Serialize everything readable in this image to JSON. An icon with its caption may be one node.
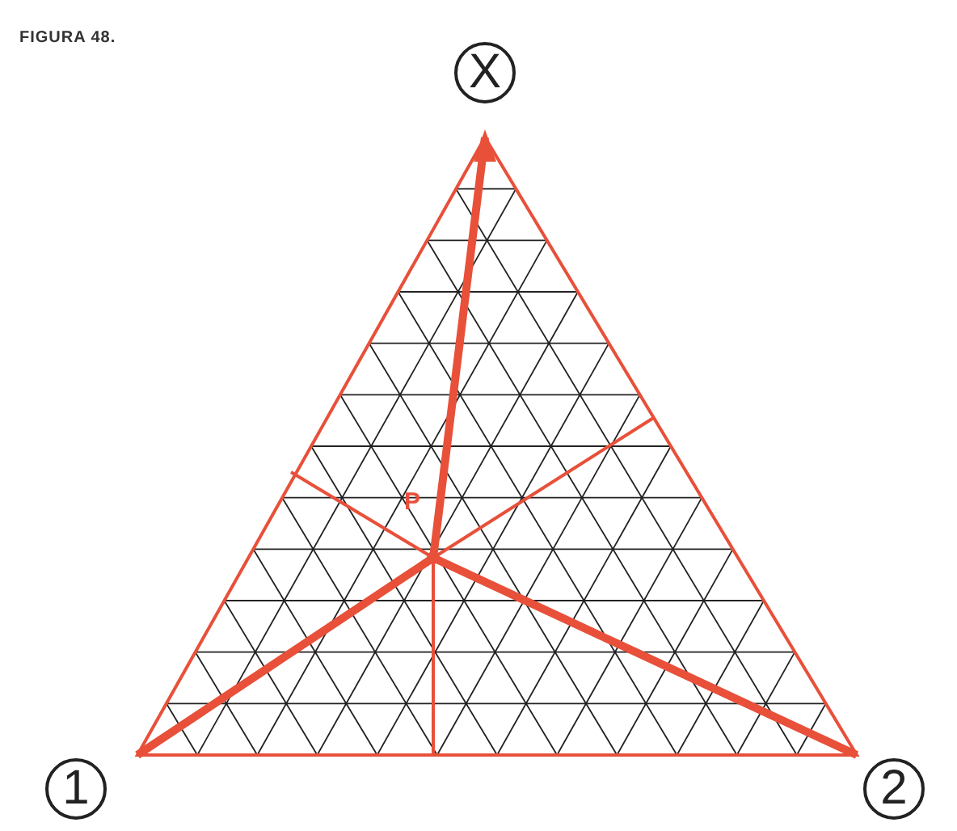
{
  "diagram": {
    "title": "FIGURA 48.",
    "nodes": [
      {
        "text": [
          "X"
        ]
      },
      {
        "text": [
          "1"
        ]
      },
      {
        "text": [
          "2"
        ]
      }
    ],
    "labels": [
      "P"
    ]
  }
}
